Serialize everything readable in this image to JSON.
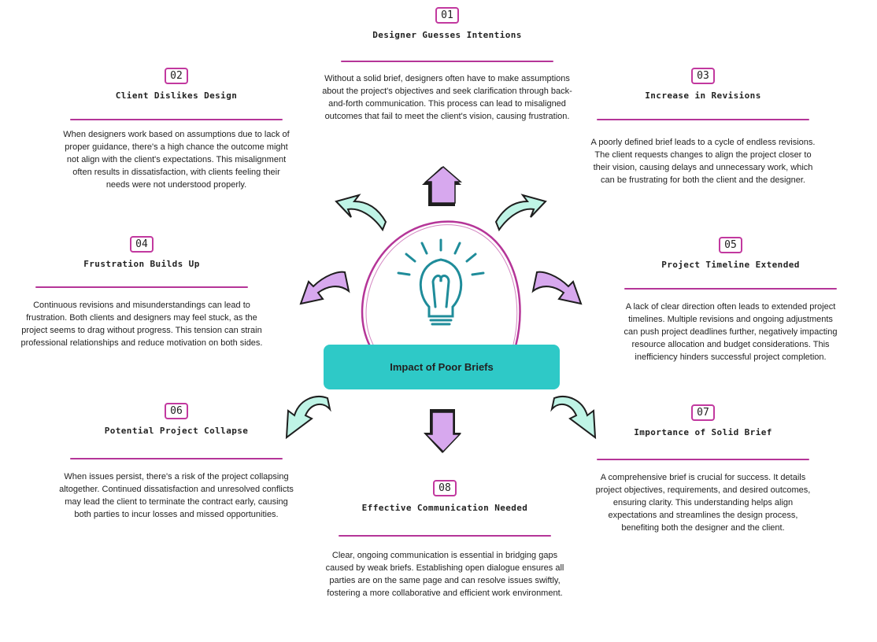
{
  "center": {
    "label": "Impact of Poor Briefs"
  },
  "items": [
    {
      "num": "01",
      "title": "Designer Guesses Intentions",
      "desc": "Without a solid brief, designers often have to make assumptions about the project's objectives and seek clarification through back-and-forth communication. This process can lead to misaligned outcomes that fail to meet the client's vision, causing frustration."
    },
    {
      "num": "02",
      "title": "Client Dislikes Design",
      "desc": "When designers work based on assumptions due to lack of proper guidance, there's a high chance the outcome might not align with the client's expectations. This misalignment often results in dissatisfaction, with clients feeling their needs were not understood properly."
    },
    {
      "num": "03",
      "title": "Increase in Revisions",
      "desc": "A poorly defined brief leads to a cycle of endless revisions. The client requests changes to align the project closer to their vision, causing delays and unnecessary work, which can be frustrating for both the client and the designer."
    },
    {
      "num": "04",
      "title": "Frustration Builds Up",
      "desc": "Continuous revisions and misunderstandings can lead to frustration. Both clients and designers may feel stuck, as the project seems to drag without progress. This tension can strain professional relationships and reduce motivation on both sides."
    },
    {
      "num": "05",
      "title": "Project Timeline Extended",
      "desc": "A lack of clear direction often leads to extended project timelines. Multiple revisions and ongoing adjustments can push project deadlines further, negatively impacting resource allocation and budget considerations. This inefficiency hinders successful project completion."
    },
    {
      "num": "06",
      "title": "Potential Project Collapse",
      "desc": "When issues persist, there's a risk of the project collapsing altogether. Continued dissatisfaction and unresolved conflicts may lead the client to terminate the contract early, causing both parties to incur losses and missed opportunities."
    },
    {
      "num": "07",
      "title": "Importance of Solid Brief",
      "desc": "A comprehensive brief is crucial for success. It details project objectives, requirements, and desired outcomes, ensuring clarity. This understanding helps align expectations and streamlines the design process, benefiting both the designer and the client."
    },
    {
      "num": "08",
      "title": "Effective Communication Needed",
      "desc": "Clear, ongoing communication is essential in bridging gaps caused by weak briefs. Establishing open dialogue ensures all parties are on the same page and can resolve issues swiftly, fostering a more collaborative and efficient work environment."
    }
  ],
  "colors": {
    "accent": "#b53598",
    "teal": "#2ec9c7",
    "arrow_purple": "#d7a8ee",
    "arrow_mint": "#bff4e6",
    "bulb": "#1f8c9a"
  }
}
